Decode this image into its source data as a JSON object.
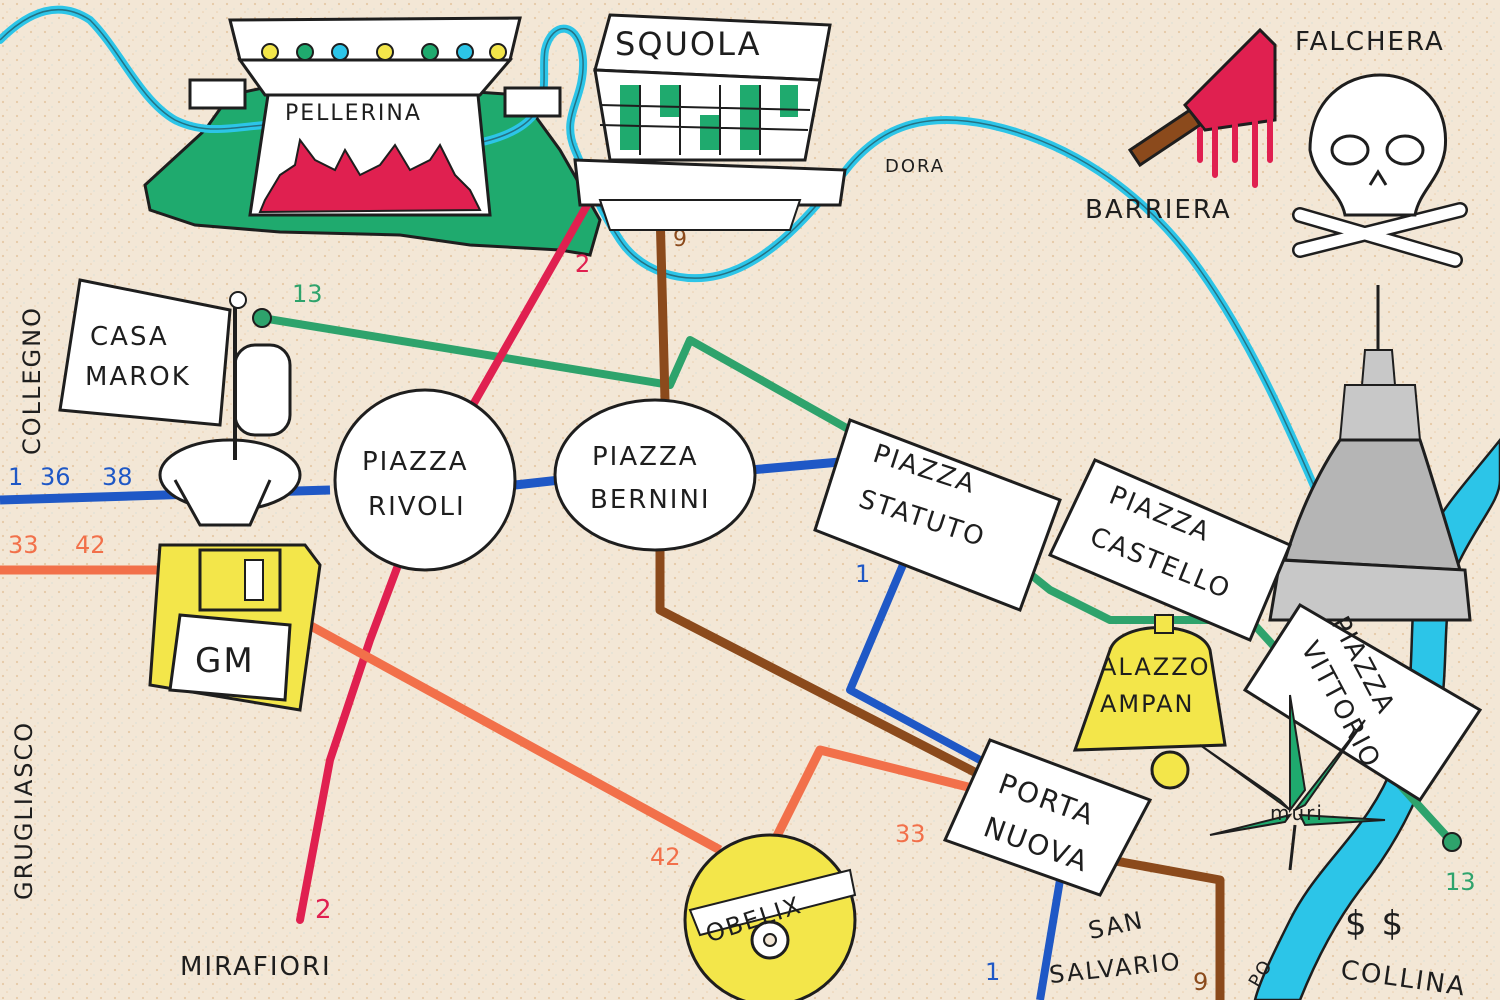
{
  "colors": {
    "background": "#f3e7d6",
    "river": "#2cc5e8",
    "line_1": "#1f58c6",
    "line_2": "#e02050",
    "line_9": "#8b4a1c",
    "line_13": "#2ea36c",
    "line_33_42": "#f2704a",
    "line_1_36_38": "#1f58c6",
    "park_green": "#1faa6e",
    "bell_yellow": "#f3e64a",
    "mole_gray": "#b5b5b5"
  },
  "places": {
    "pellerina": "PELLERINA",
    "squola": "SQUOLA",
    "casa_marok": [
      "CASA",
      "MAROK"
    ],
    "gm": "GM",
    "obelix": "OBELIX",
    "palazzo_campana": [
      "ALAZZO",
      "AMPAN"
    ],
    "muri": "muri"
  },
  "squares": {
    "piazza_rivoli": [
      "PIAZZA",
      "RIVOLI"
    ],
    "piazza_bernini": [
      "PIAZZA",
      "BERNINI"
    ],
    "piazza_statuto": [
      "PIAZZA",
      "STATUTO"
    ],
    "piazza_castello": [
      "PIAZZA",
      "CASTELLO"
    ],
    "piazza_vittorio": [
      "PIAZZA",
      "VITTORIO"
    ],
    "porta_nuova": [
      "PORTA",
      "NUOVA"
    ]
  },
  "areas": {
    "falchera": "FALCHERA",
    "barriera": "BARRIERA",
    "dora": "DORA",
    "collegno": "COLLEGNO",
    "grugliasco": "GRUGLIASCO",
    "mirafiori": "MIRAFIORI",
    "san_salvario": [
      "SAN",
      "SALVARIO"
    ],
    "collina": "COLLINA",
    "po": "PO",
    "dollars": "$ $"
  },
  "line_labels": {
    "l13_top": "13",
    "l13_bottom": "13",
    "l2_top": "2",
    "l2_bottom": "2",
    "l9_top": "9",
    "l9_bottom": "9",
    "l1_a": "1",
    "l36": "36",
    "l38": "38",
    "l33_a": "33",
    "l42_a": "42",
    "l1_statuto": "1",
    "l1_bottom": "1",
    "l33_b": "33",
    "l42_b": "42"
  },
  "icons": [
    "skull-crossbones-icon",
    "bloody-knife-icon",
    "mole-antonelliana-icon",
    "bell-icon",
    "cannabis-leaf-icon",
    "floppy-disk-icon",
    "cd-disc-icon",
    "toilet-plunger-icon",
    "school-building-icon",
    "theater-icon"
  ]
}
